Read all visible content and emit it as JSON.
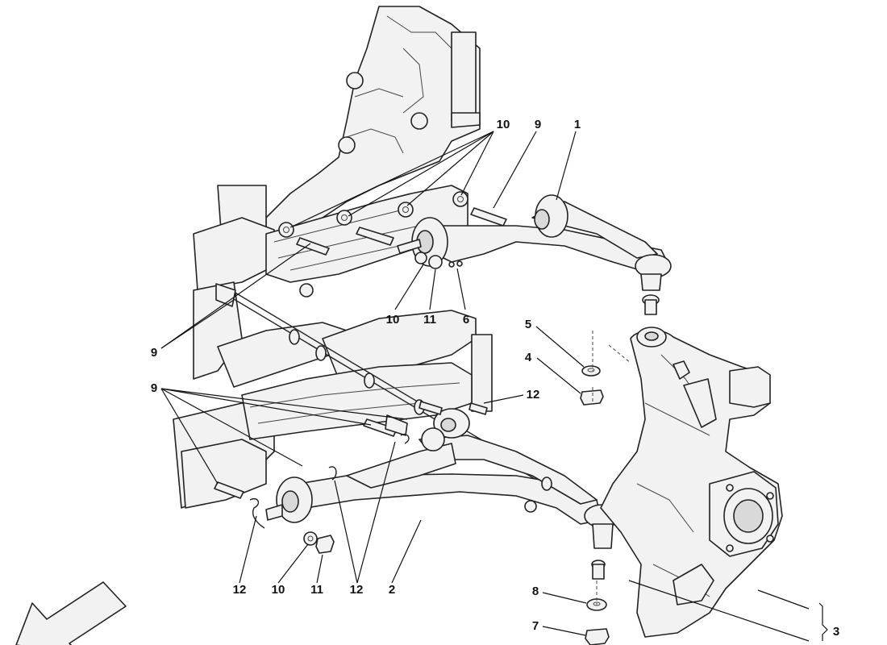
{
  "callouts": [
    {
      "id": "c-10-top",
      "label": "10"
    },
    {
      "id": "c-9-top",
      "label": "9"
    },
    {
      "id": "c-1",
      "label": "1"
    },
    {
      "id": "c-5",
      "label": "5"
    },
    {
      "id": "c-4",
      "label": "4"
    },
    {
      "id": "c-10-mid",
      "label": "10"
    },
    {
      "id": "c-11-mid",
      "label": "11"
    },
    {
      "id": "c-6",
      "label": "6"
    },
    {
      "id": "c-9-left",
      "label": "9"
    },
    {
      "id": "c-9-lower",
      "label": "9"
    },
    {
      "id": "c-12-right",
      "label": "12"
    },
    {
      "id": "c-12-bl",
      "label": "12"
    },
    {
      "id": "c-10-bl",
      "label": "10"
    },
    {
      "id": "c-11-bl",
      "label": "11"
    },
    {
      "id": "c-12-bm",
      "label": "12"
    },
    {
      "id": "c-2",
      "label": "2"
    },
    {
      "id": "c-8",
      "label": "8"
    },
    {
      "id": "c-7",
      "label": "7"
    },
    {
      "id": "c-3",
      "label": "3"
    }
  ]
}
